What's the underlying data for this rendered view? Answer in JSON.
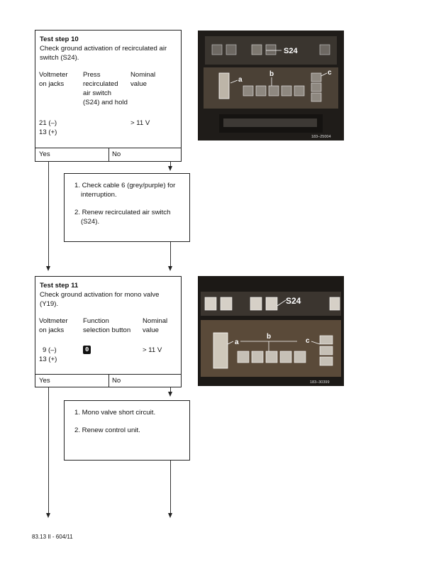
{
  "step10": {
    "title": "Test step 10",
    "desc_line1": "Check ground activation of recirculated air",
    "desc_line2": "switch (S24).",
    "col1_head": [
      "Voltmeter",
      "on jacks"
    ],
    "col2_head": [
      "Press",
      "recirculated",
      "air switch",
      "(S24) and hold"
    ],
    "col3_head": [
      "Nominal",
      "value"
    ],
    "jack1": "21 (–)",
    "jack2": "13 (+)",
    "nominal": "> 11 V",
    "yes": "Yes",
    "no": "No",
    "actions": [
      [
        "1. Check cable 6 (grey/purple) for",
        "interruption."
      ],
      [
        "2. Renew recirculated air switch",
        "(S24)."
      ]
    ],
    "photo": {
      "label_s24": "S24",
      "label_a": "a",
      "label_b": "b",
      "label_c": "c",
      "code": "183–25004"
    }
  },
  "step11": {
    "title": "Test step 11",
    "desc_line1": "Check ground activation for mono valve",
    "desc_line2": "(Y19).",
    "col1_head": [
      "Voltmeter",
      "on jacks"
    ],
    "col2_head": [
      "Function",
      "selection button"
    ],
    "col3_head": [
      "Nominal",
      "value"
    ],
    "button_symbol": "0",
    "jack1": "9 (–)",
    "jack2": "13 (+)",
    "nominal": "> 11 V",
    "yes": "Yes",
    "no": "No",
    "actions": [
      [
        "1. Mono valve short circuit."
      ],
      [
        "2. Renew control unit."
      ]
    ],
    "photo": {
      "label_s24": "S24",
      "label_a": "a",
      "label_b": "b",
      "label_c": "c",
      "code": "183–30399"
    }
  },
  "footer": "83.13 II - 604/11"
}
